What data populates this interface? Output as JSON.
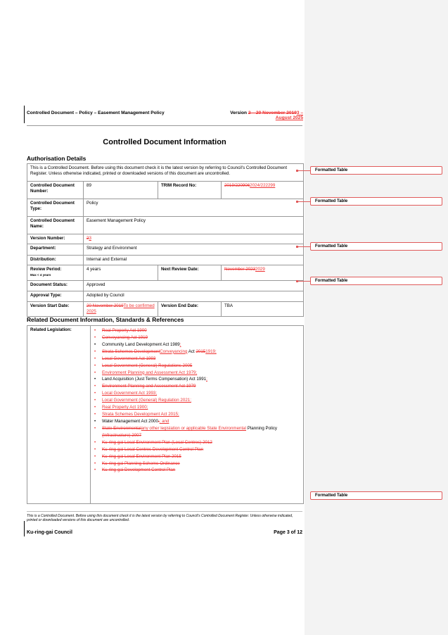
{
  "header": {
    "left": "Controlled Document – Policy – Easement Management Policy",
    "version_label": "Version ",
    "version_del": "2 – 20 November 2019",
    "version_ins": "3 – August 2025"
  },
  "title": "Controlled Document Information",
  "auth": {
    "heading": "Authorisation Details",
    "note": "This is a Controlled Document.  Before using this document check it is the latest version by referring to Council's Controlled Document Register.  Unless otherwise indicated, printed or downloaded versions of this document are uncontrolled.",
    "cdn_label": "Controlled Document Number:",
    "cdn": "89",
    "trim_label": "TRIM Record No:",
    "trim_del": "2019/220906",
    "trim_ins": "2024/222299",
    "type_label": "Controlled Document Type:",
    "type": "Policy",
    "name_label": "Controlled Document Name:",
    "name": "Easement Management Policy",
    "ver_label": "Version Number:",
    "ver_del": "2",
    "ver_ins": "3",
    "dept_label": "Department:",
    "dept": "Strategy and Environment",
    "dist_label": "Distribution:",
    "dist": "Internal and External",
    "review_label": "Review Period:",
    "review_sub": "Max < 4 years",
    "review": "4 years",
    "next_label": "Next Review Date:",
    "next_del": "November 2023",
    "next_ins": "2029",
    "status_label": "Document Status:",
    "status": "Approved",
    "approval_label": "Approval Type:",
    "approval": "Adopted by Council",
    "start_label": "Version Start Date:",
    "start_del": "20 November 2019",
    "start_ins": "To be confirmed 2025",
    "end_label": "Version End Date:",
    "end": "TBA"
  },
  "related": {
    "heading": "Related Document Information, Standards & References",
    "label": "Related Legislation:",
    "items": [
      [
        {
          "k": "del",
          "t": "Real Property Act 1900"
        }
      ],
      [
        {
          "k": "del",
          "t": "Conveyancing Act 1919"
        }
      ],
      [
        {
          "k": "n",
          "t": "Community Land Development Act 1989"
        },
        {
          "k": "ins",
          "t": ";"
        }
      ],
      [
        {
          "k": "del",
          "t": "Strata Schemes Development"
        },
        {
          "k": "ins",
          "t": "Conveyancing"
        },
        {
          "k": "n",
          "t": " Act "
        },
        {
          "k": "del",
          "t": "2015"
        },
        {
          "k": "ins",
          "t": "1919;"
        }
      ],
      [
        {
          "k": "del",
          "t": "Local Government Act 1993"
        }
      ],
      [
        {
          "k": "del",
          "t": "Local Government (General) Regulations 2005"
        }
      ],
      [
        {
          "k": "ins",
          "t": "Environment Planning and Assessment Act 1979;"
        }
      ],
      [
        {
          "k": "n",
          "t": "Land Acquisition (Just Terms Compensation) Act 1991"
        },
        {
          "k": "ins",
          "t": ";"
        }
      ],
      [
        {
          "k": "del",
          "t": "Environment Planning and Assessment Act 1979"
        }
      ],
      [
        {
          "k": "ins",
          "t": "Local Government Act 1993;"
        }
      ],
      [
        {
          "k": "ins",
          "t": "Local Government (General) Regulation 2021;"
        }
      ],
      [
        {
          "k": "ins",
          "t": "Real Property Act 1900;"
        }
      ],
      [
        {
          "k": "ins",
          "t": "Strata Schemes Development Act 2015;"
        }
      ],
      [
        {
          "k": "n",
          "t": "Water Management Act 2000"
        },
        {
          "k": "del",
          "t": "."
        },
        {
          "k": "ins",
          "t": "; and"
        }
      ],
      [
        {
          "k": "del",
          "t": "State Environmental"
        },
        {
          "k": "ins",
          "t": "any other legislation or applicable State Environmental"
        },
        {
          "k": "n",
          "t": " Planning Policy "
        },
        {
          "k": "del",
          "t": "(Infrastructure) 2007"
        }
      ],
      [
        {
          "k": "del",
          "t": "Ku-ring-gai Local Environment Plan (Local Centres) 2012"
        }
      ],
      [
        {
          "k": "del",
          "t": "Ku-ring-gai Local Centres Development Control Plan"
        }
      ],
      [
        {
          "k": "del",
          "t": "Ku-ring-gai Local Environment Plan 2015"
        }
      ],
      [
        {
          "k": "del",
          "t": "Ku-ring-gai Planning Scheme Ordinance"
        }
      ],
      [
        {
          "k": "del",
          "t": "Ku-ring-gai Development Control Plan"
        }
      ]
    ]
  },
  "footer": {
    "note": "This is a Controlled Document.  Before using this document check it is the latest version by referring to Council's Controlled Document Register.  Unless otherwise indicated, printed or downloaded versions of this document are uncontrolled.",
    "org": "Ku-ring-gai Council",
    "page": "Page 3 of 12"
  },
  "comments": {
    "formatted_table": "Formatted Table"
  },
  "colors": {
    "revision": "#e33",
    "balloon_border": "#e05a5a",
    "pane": "#f3f3f3"
  }
}
